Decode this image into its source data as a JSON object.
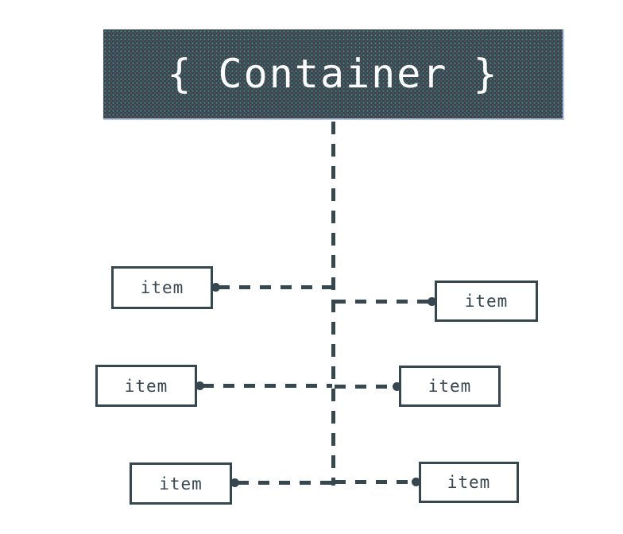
{
  "container": {
    "label": "{ Container }"
  },
  "items": [
    {
      "label": "item",
      "position": "row-1-left"
    },
    {
      "label": "item",
      "position": "row-1-right"
    },
    {
      "label": "item",
      "position": "row-2-left"
    },
    {
      "label": "item",
      "position": "row-2-right"
    },
    {
      "label": "item",
      "position": "row-3-left"
    },
    {
      "label": "item",
      "position": "row-3-right"
    }
  ],
  "colors": {
    "ink": "#37474f",
    "container_fill": "#36454d",
    "container_texture_dot": "#5cbfba",
    "container_edge_highlight": "#b8c3e8",
    "item_fill": "#ffffff",
    "background": "#ffffff"
  }
}
